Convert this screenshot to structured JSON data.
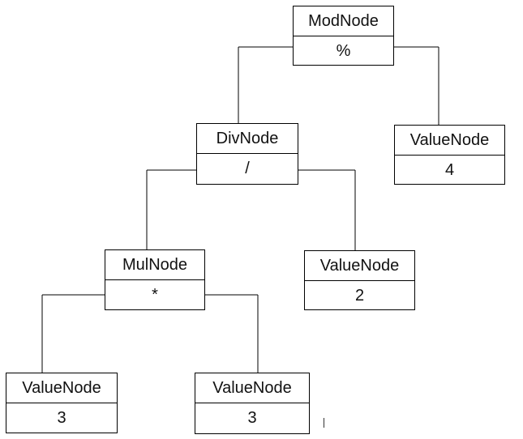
{
  "tree": {
    "mod": {
      "type": "ModNode",
      "value": "%"
    },
    "div": {
      "type": "DivNode",
      "value": "/"
    },
    "mul": {
      "type": "MulNode",
      "value": "*"
    },
    "val4": {
      "type": "ValueNode",
      "value": "4"
    },
    "val2": {
      "type": "ValueNode",
      "value": "2"
    },
    "val3a": {
      "type": "ValueNode",
      "value": "3"
    },
    "val3b": {
      "type": "ValueNode",
      "value": "3"
    }
  }
}
